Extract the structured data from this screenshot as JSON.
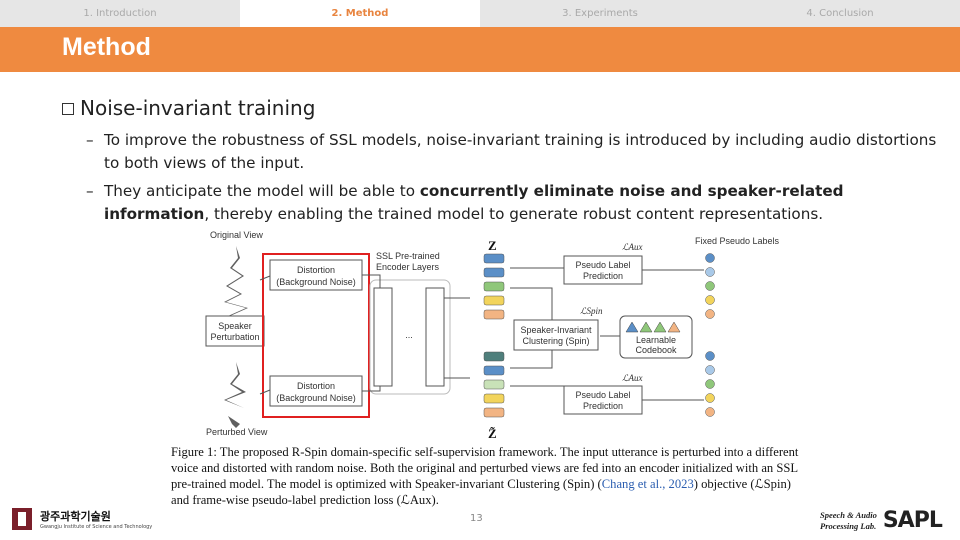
{
  "nav": {
    "tabs": [
      {
        "label": "1. Introduction"
      },
      {
        "label": "2. Method"
      },
      {
        "label": "3. Experiments"
      },
      {
        "label": "4. Conclusion"
      }
    ],
    "active_index": 1
  },
  "slide": {
    "title": "Method",
    "heading": "Noise-invariant training",
    "bullets": [
      {
        "text": "To improve the robustness of SSL models, noise-invariant training is introduced by including audio distortions to both views of the input."
      },
      {
        "pre": "They anticipate the model will be able to ",
        "bold": "concurrently eliminate noise and speaker-related information",
        "post": ", thereby enabling the trained model to generate robust content representations."
      }
    ],
    "page_number": "13"
  },
  "figure": {
    "original_view": "Original View",
    "perturbed_view": "Perturbed View",
    "speaker_perturbation": [
      "Speaker",
      "Perturbation"
    ],
    "distortion": [
      "Distortion",
      "(Background Noise)"
    ],
    "ssl_encoder": [
      "SSL Pre-trained",
      "Encoder Layers"
    ],
    "ellipsis": "...",
    "z": "Z",
    "z_tilde": "Z̃",
    "pseudo_label_prediction": [
      "Pseudo Label",
      "Prediction"
    ],
    "spin": [
      "Speaker-Invariant",
      "Clustering (Spin)"
    ],
    "codebook": [
      "Learnable",
      "Codebook"
    ],
    "fixed_pseudo_labels": "Fixed Pseudo Labels",
    "loss_aux": "ℒAux",
    "loss_spin": "ℒSpin",
    "colors": {
      "highlight_box": "#e02020",
      "token_colors": [
        "#5b8fc7",
        "#5b8fc7",
        "#8fc77a",
        "#f2d45c",
        "#f2b483"
      ],
      "token_colors_bottom": [
        "#4f7f7c",
        "#5b8fc7",
        "#c9e2b8",
        "#f2d45c",
        "#f2b483"
      ],
      "dot_colors": [
        "#5b8fc7",
        "#a9c9e8",
        "#8fc77a",
        "#f2d45c",
        "#f2b483"
      ],
      "codebook_triangles": [
        "#5b8fc7",
        "#8fc77a",
        "#8fc77a",
        "#f2b483"
      ]
    }
  },
  "caption": {
    "pre": "Figure 1: The proposed R-Spin domain-specific self-supervision framework. The input utterance is perturbed into a different voice and distorted with random noise. Both the original and perturbed views are fed into an encoder initialized with an SSL pre-trained model. The model is optimized with Speaker-invariant Clustering (Spin) (",
    "link": "Chang et al., 2023",
    "post": ") objective (ℒSpin) and frame-wise pseudo-label prediction loss (ℒAux)."
  },
  "footer": {
    "institution": "광주과학기술원",
    "institution_sub": "Gwangju Institute of Science and Technology",
    "lab_line1": "Speech & Audio",
    "lab_line2": "Processing Lab.",
    "lab_logo": "SAPL"
  }
}
